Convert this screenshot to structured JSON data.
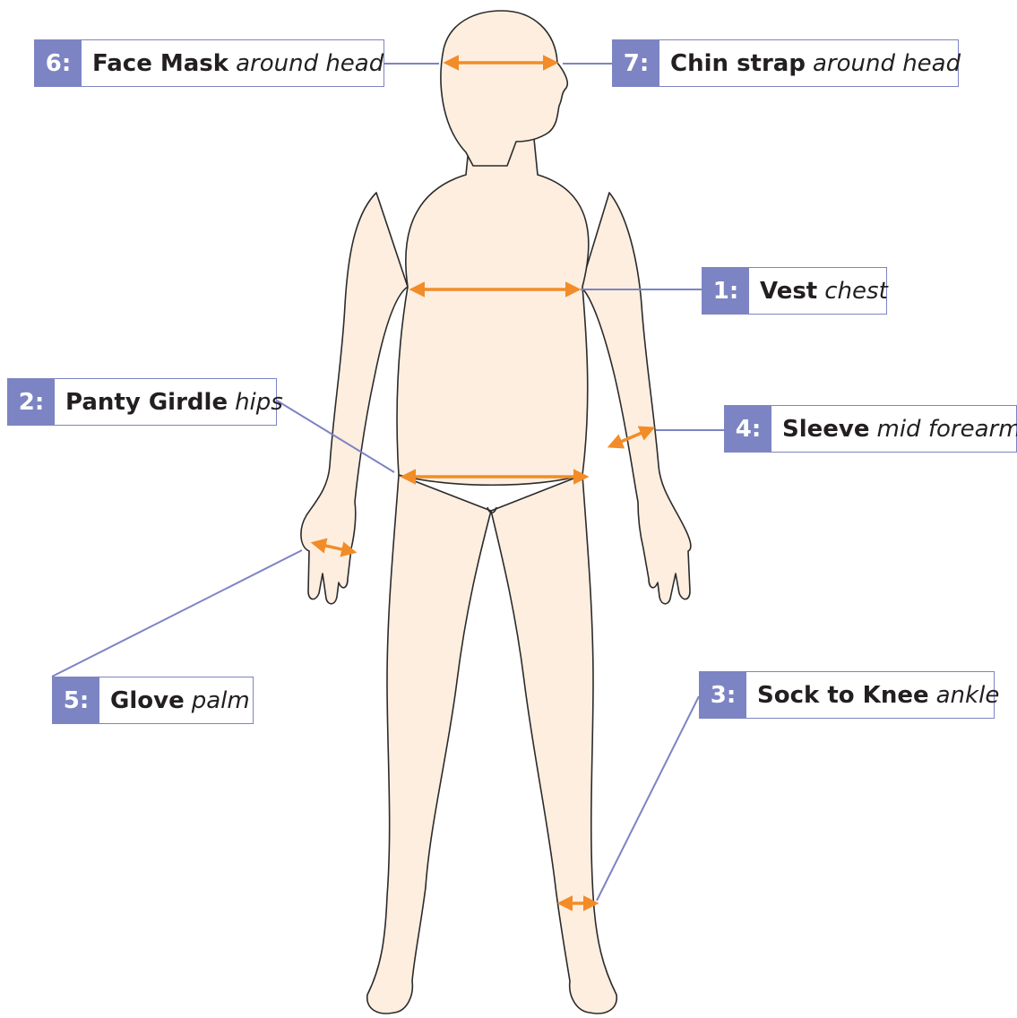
{
  "colors": {
    "skin": "#fdeedf",
    "outline": "#2b2b2b",
    "arrow": "#f28c28",
    "leader": "#7d84c3",
    "badge": "#7d84c3"
  },
  "callouts": [
    {
      "key": "vest",
      "num": "1:",
      "item": "Vest",
      "where": "chest"
    },
    {
      "key": "panty",
      "num": "2:",
      "item": "Panty Girdle",
      "where": "hips"
    },
    {
      "key": "sock",
      "num": "3:",
      "item": "Sock to Knee",
      "where": "ankle"
    },
    {
      "key": "sleeve",
      "num": "4:",
      "item": "Sleeve",
      "where": "mid forearm"
    },
    {
      "key": "glove",
      "num": "5:",
      "item": "Glove",
      "where": "palm"
    },
    {
      "key": "mask",
      "num": "6:",
      "item": "Face Mask",
      "where": "around head"
    },
    {
      "key": "chin",
      "num": "7:",
      "item": "Chin strap",
      "where": "around head"
    }
  ]
}
